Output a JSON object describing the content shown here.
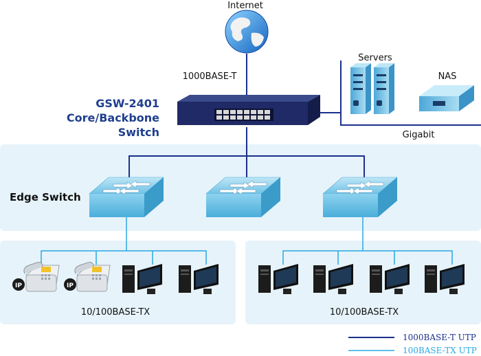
{
  "labels": {
    "internet": "Internet",
    "uplink": "1000BASE-T",
    "servers": "Servers",
    "nas": "NAS",
    "gigabit": "Gigabit",
    "core_line1": "GSW-2401",
    "core_line2": "Core/Backbone",
    "core_line3": "Switch",
    "edge_switch": "Edge Switch",
    "access_left": "10/100BASE-TX",
    "access_right": "10/100BASE-TX",
    "ip_phone_1": "IP",
    "ip_phone_2": "IP"
  },
  "legend": {
    "item1": "1000BASE-T UTP",
    "item2": "100BASE-TX UTP"
  },
  "colors": {
    "gigabit_line": "#1a2f8c",
    "fast_ethernet_line": "#29a8e0",
    "zone_fill": "#e6f3fa",
    "core_label": "#1f3f8f"
  }
}
